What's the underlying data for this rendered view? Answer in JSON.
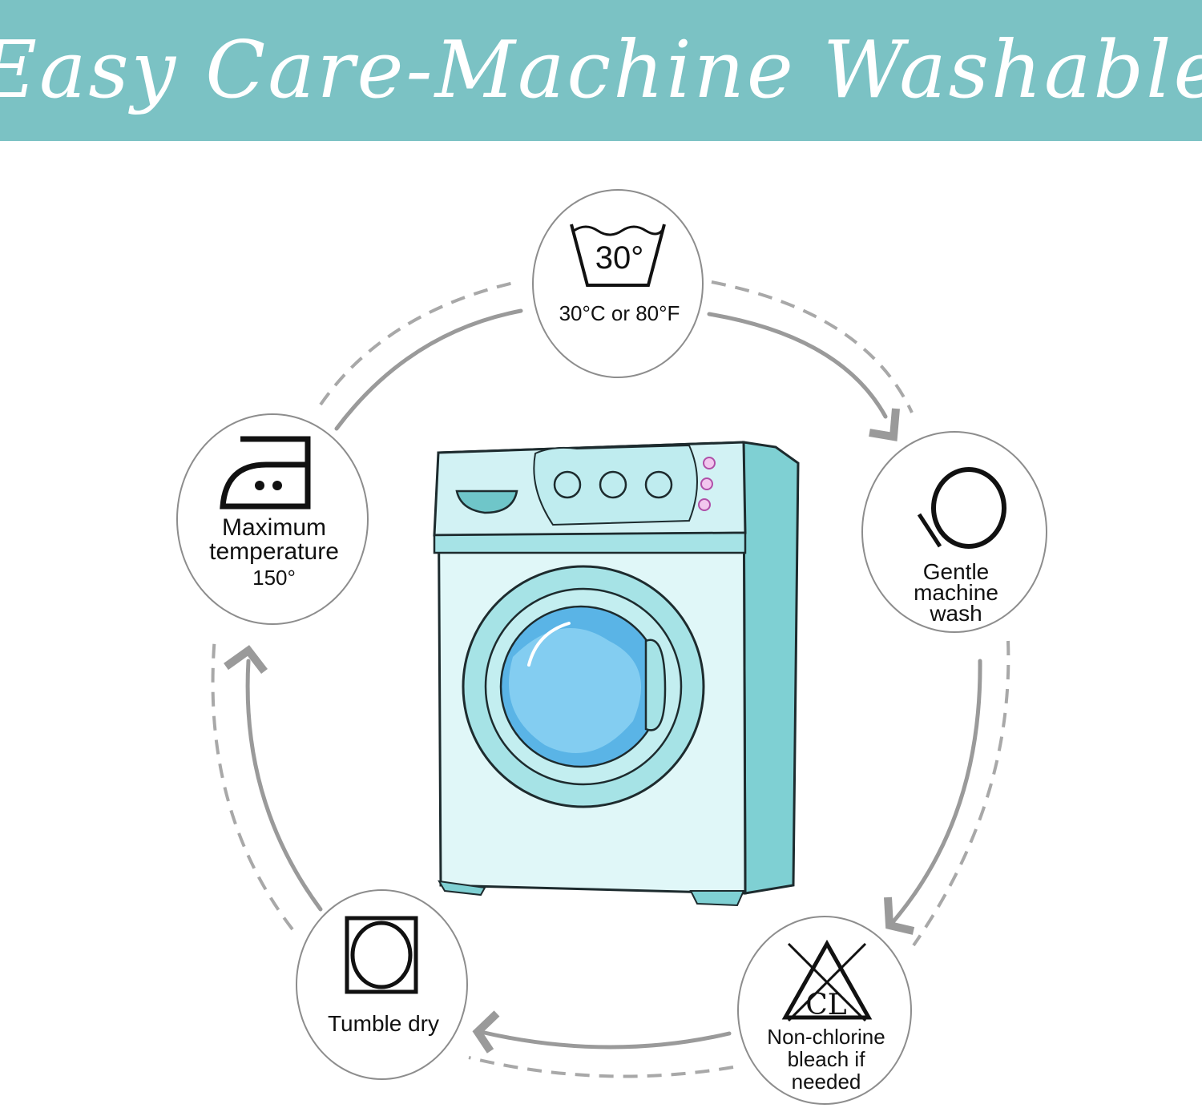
{
  "banner": {
    "title": "Easy Care-Machine Washable",
    "background": "#7bc2c4",
    "text_color": "#ffffff"
  },
  "machine": {
    "body_color": "#e0f7f8",
    "side_color": "#7fd0d3",
    "drum_color": "#5ab4e6",
    "button_accent": "#d98ad9"
  },
  "care_steps": [
    {
      "icon": "wash-tub-30-icon",
      "symbol": "30°",
      "lines": [
        "30°C or 80°F"
      ]
    },
    {
      "icon": "gentle-wash-icon",
      "lines": [
        "Gentle",
        "machine",
        "wash"
      ]
    },
    {
      "icon": "non-chlorine-bleach-icon",
      "symbol": "CL",
      "lines": [
        "Non-chlorine",
        "bleach if",
        "needed"
      ]
    },
    {
      "icon": "tumble-dry-icon",
      "lines": [
        "Tumble dry"
      ]
    },
    {
      "icon": "iron-icon",
      "lines": [
        "Maximum",
        "temperature",
        "150°"
      ]
    }
  ],
  "arrow_color": "#9a9a9a"
}
